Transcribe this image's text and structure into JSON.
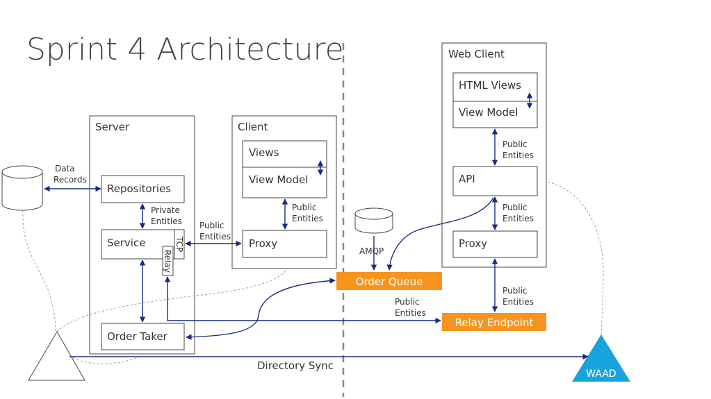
{
  "title": "Sprint 4 Architecture",
  "server": {
    "label": "Server",
    "repositories": "Repositories",
    "service": "Service",
    "tcp": "TCP",
    "relay": "Relay",
    "order_taker": "Order Taker"
  },
  "client": {
    "label": "Client",
    "views": "Views",
    "view_model": "View Model",
    "proxy": "Proxy"
  },
  "web_client": {
    "label": "Web Client",
    "html_views": "HTML Views",
    "view_model": "View Model",
    "api": "API",
    "proxy": "Proxy"
  },
  "nodes": {
    "order_queue": "Order Queue",
    "relay_endpoint": "Relay Endpoint",
    "waad": "WAAD"
  },
  "edge_labels": {
    "data_records": [
      "Data",
      "Records"
    ],
    "private_entities": [
      "Private",
      "Entities"
    ],
    "public_entities": [
      "Public",
      "Entities"
    ],
    "amqp": "AMQP",
    "directory_sync": "Directory Sync"
  },
  "colors": {
    "accent_orange": "#f7941d",
    "waad_blue": "#19a3dc",
    "arrow_blue": "#1a2a80"
  }
}
